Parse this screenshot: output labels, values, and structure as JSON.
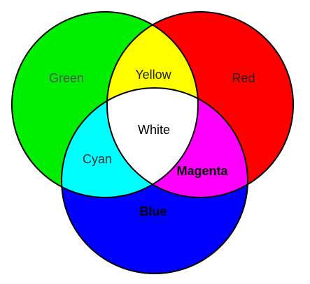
{
  "diagram": {
    "type": "additive-color-venn",
    "regions": {
      "green": {
        "label": "Green",
        "color": "#00ee00",
        "text_color": "#555555"
      },
      "red": {
        "label": "Red",
        "color": "#ff0000",
        "text_color": "#222222"
      },
      "blue": {
        "label": "Blue",
        "color": "#0000ff",
        "text_color": "#000000"
      },
      "yellow": {
        "label": "Yellow",
        "color": "#ffff00",
        "text_color": "#222222"
      },
      "cyan": {
        "label": "Cyan",
        "color": "#00ffff",
        "text_color": "#333333"
      },
      "magenta": {
        "label": "Magenta",
        "color": "#ff00ff",
        "text_color": "#000000"
      },
      "white": {
        "label": "White",
        "color": "#ffffff",
        "text_color": "#000000"
      }
    },
    "outline_color": "#000000"
  }
}
